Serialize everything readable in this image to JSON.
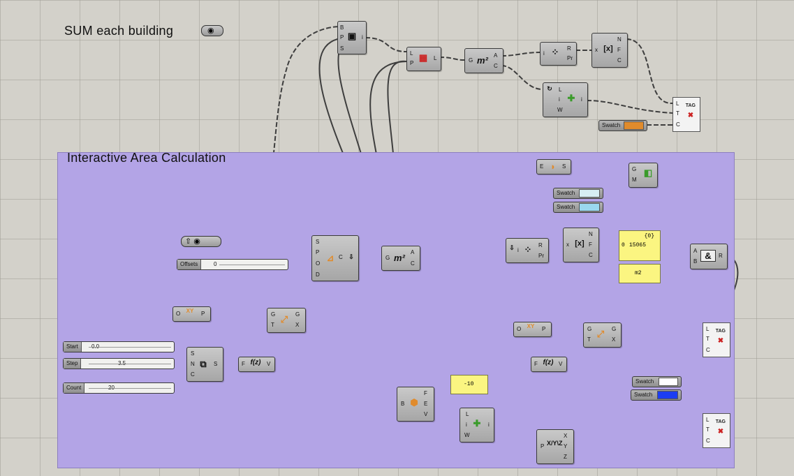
{
  "canvas_title": "SUM each building",
  "group": {
    "title": "Interactive Area Calculation"
  },
  "sliders": [
    {
      "id": "offsets",
      "label": "Offsets",
      "value": "0"
    },
    {
      "id": "start",
      "label": "Start",
      "value": "0.0"
    },
    {
      "id": "step",
      "label": "Step",
      "value": "3.5"
    },
    {
      "id": "count",
      "label": "Count",
      "value": "20"
    }
  ],
  "swatches": [
    {
      "id": "sw_top",
      "label": "Swatch",
      "color": "#e08b2c"
    },
    {
      "id": "sw_g1",
      "label": "Swatch",
      "color": "#d6eef3"
    },
    {
      "id": "sw_g2",
      "label": "Swatch",
      "color": "#9ad8ef"
    },
    {
      "id": "sw_b1",
      "label": "Swatch",
      "color": "#ffffff"
    },
    {
      "id": "sw_b2",
      "label": "Swatch",
      "color": "#1c3df2"
    }
  ],
  "panels": {
    "area_header": "{0}",
    "area_index": "0",
    "area_value": "15065",
    "unit": "m2",
    "neg": "-10"
  },
  "components": {
    "area_top": "m²",
    "area_mid": "m²",
    "expr_icon": "[x]",
    "concat_icon": "&",
    "xy_label": "XY",
    "fz_label": "f(z)",
    "tag_label": "TAG"
  }
}
